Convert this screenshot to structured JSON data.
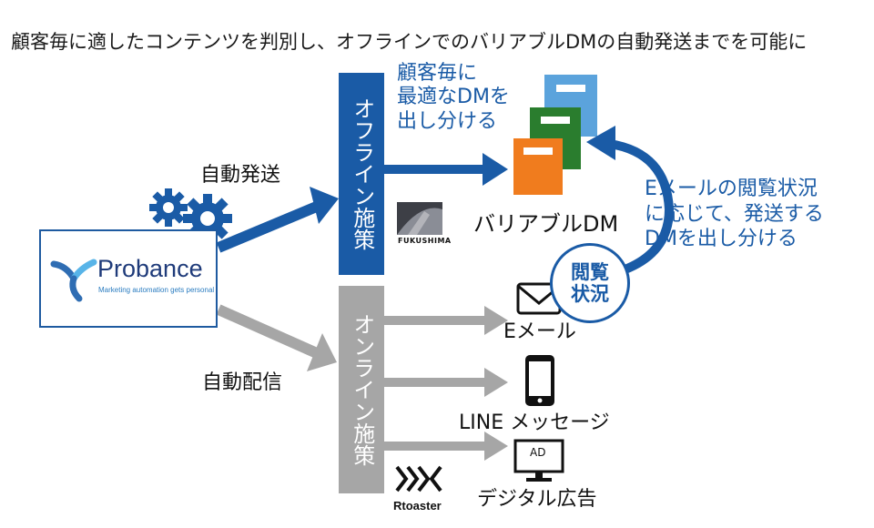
{
  "title": "顧客毎に適したコンテンツを判別し、オフラインでのバリアブルDMの自動発送までを可能に",
  "logo": {
    "name": "Probance",
    "tagline": "Marketing automation gets personal"
  },
  "left_labels": {
    "auto_send": "自動発送",
    "auto_delivery": "自動配信"
  },
  "offline": {
    "label": "オフライン施策",
    "note": "顧客毎に\n最適なDMを\n出し分ける",
    "dm_label": "バリアブルDM",
    "fukushima": "FUKUSHIMA"
  },
  "feedback": {
    "note": "Eメールの閲覧状況\nに応じて、発送する\nDMを出し分ける",
    "circle": "閲覧\n状況"
  },
  "online": {
    "label": "オンライン施策",
    "channels": [
      {
        "label": "Eメール",
        "icon": "envelope-icon"
      },
      {
        "label": "LINE メッセージ",
        "icon": "smartphone-icon"
      },
      {
        "label": "デジタル広告",
        "icon": "monitor-icon",
        "badge": "AD"
      }
    ],
    "rtoaster": "Rtoaster"
  },
  "colors": {
    "blue": "#1a5ba6",
    "gray": "#a6a6a6",
    "dm_light_blue": "#5ba3dc",
    "dm_green": "#2a7d2e",
    "dm_orange": "#f07c1e"
  }
}
